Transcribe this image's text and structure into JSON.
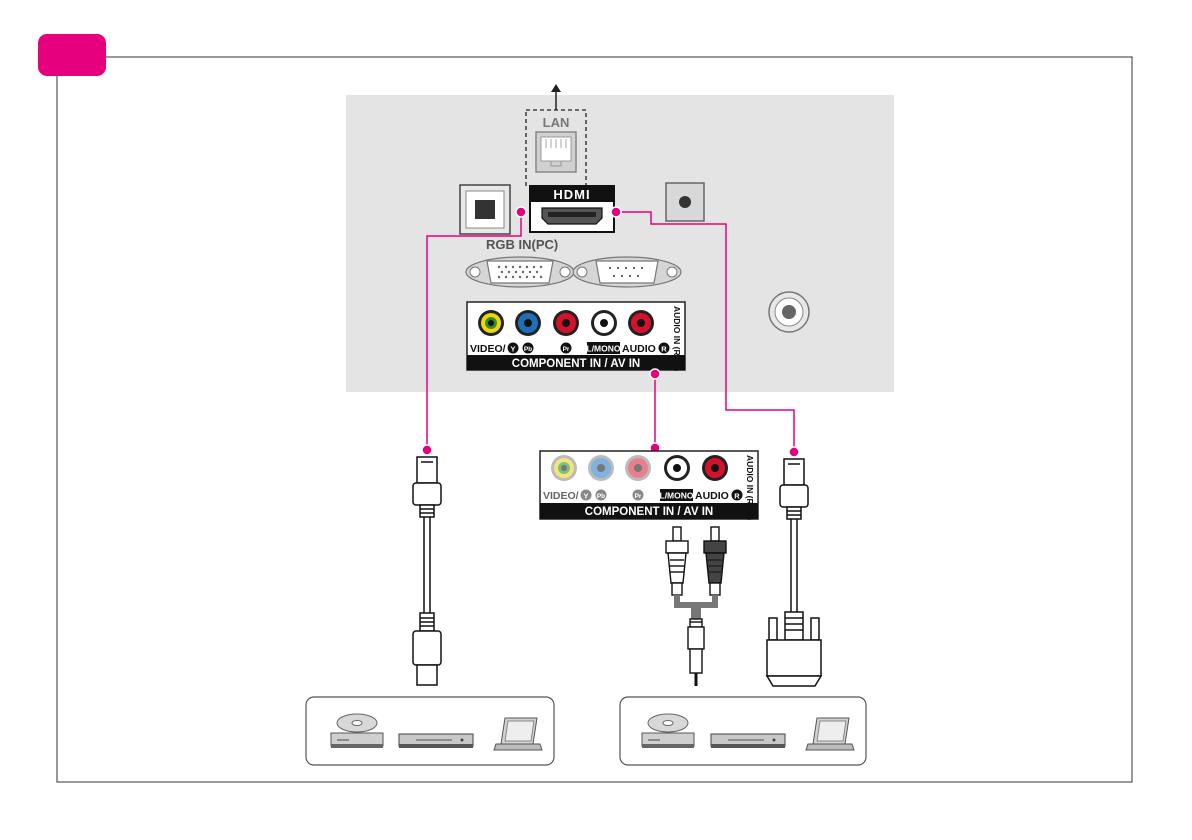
{
  "panel": {
    "lan_label": "LAN",
    "hdmi_label": "HDMI",
    "rgb_label": "RGB IN(PC)",
    "jack_labels": {
      "video": "VIDEO/",
      "y": "Y",
      "pb": "Pb",
      "pr": "Pr",
      "lmono": "L/MONO",
      "audio": "AUDIO",
      "r": "R",
      "audio_in": "AUDIO IN (RGB)"
    },
    "component_label": "COMPONENT IN / AV IN"
  },
  "accessory": {
    "component_label": "COMPONENT IN / AV IN"
  },
  "colors": {
    "accent": "#e6007e",
    "panel": "#e4e4e4",
    "frame": "#555555",
    "jack_video": "#f2d600",
    "jack_video_ring": "#2f8f2f",
    "jack_blue": "#1f6fb8",
    "jack_red": "#d4122b",
    "jack_white": "#ffffff"
  },
  "icons": [
    "dvd-player-icon",
    "set-top-box-icon",
    "laptop-icon"
  ]
}
